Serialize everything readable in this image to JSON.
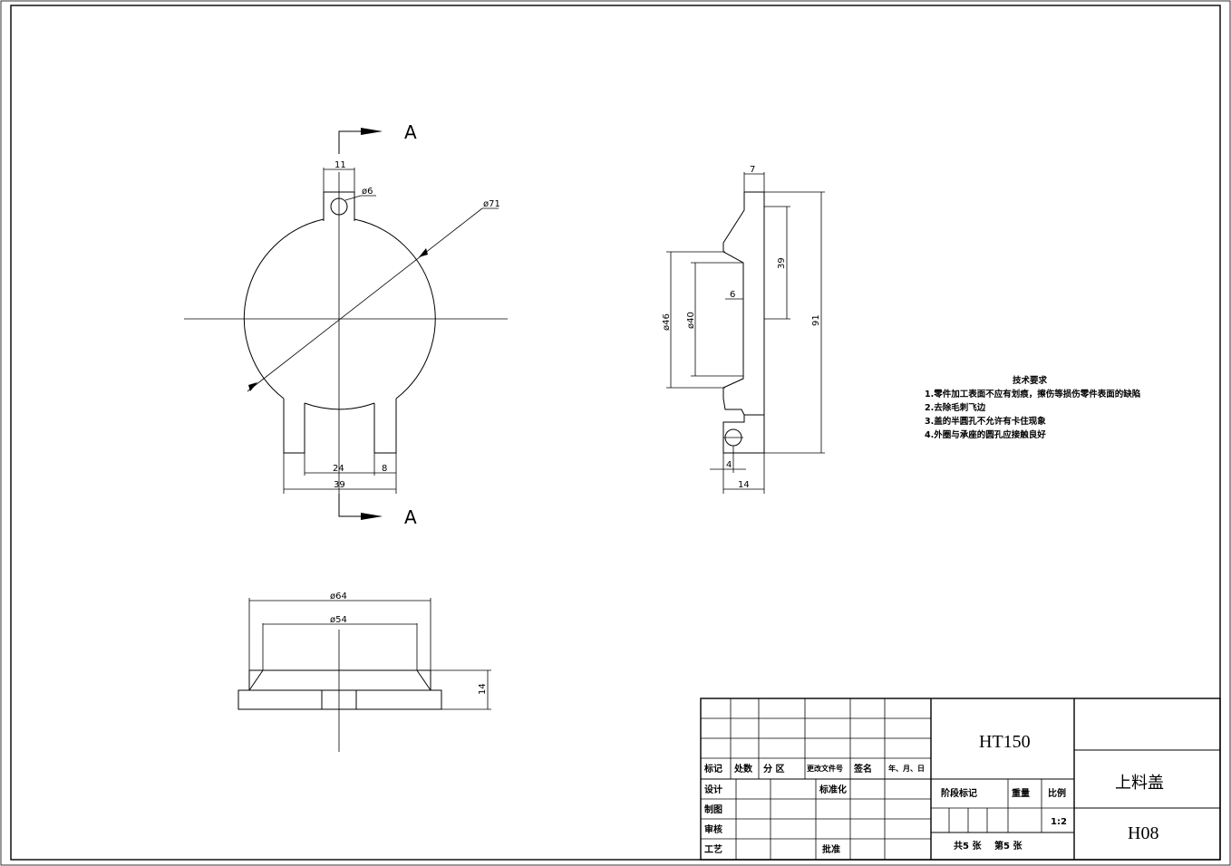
{
  "section_marks": {
    "top": "A",
    "bottom": "A"
  },
  "front_view": {
    "dims": {
      "tab_width": "11",
      "hole": "ø6",
      "outer_dia": "ø71",
      "gap": "24",
      "leg": "8",
      "overall": "39"
    }
  },
  "section_view": {
    "dims": {
      "flange": "7",
      "d39": "39",
      "d91": "91",
      "d6": "6",
      "d46": "ø46",
      "d40": "ø40",
      "d4": "4",
      "d14": "14"
    }
  },
  "bottom_view": {
    "dims": {
      "d64": "ø64",
      "d54": "ø54",
      "h14": "14"
    }
  },
  "tech_req": {
    "title": "技术要求",
    "items": [
      "1.零件加工表面不应有划痕，擦伤等损伤零件表面的缺陷",
      "2.去除毛刺飞边",
      "3.盖的半圆孔不允许有卡住现象",
      "4.外圈与承座的圆孔应接触良好"
    ]
  },
  "title_block": {
    "material": "HT150",
    "part_name": "上料盖",
    "drawing_no": "H08",
    "hdr": {
      "mark": "标记",
      "count": "处数",
      "zone": "分 区",
      "change_doc": "更改文件号",
      "sign": "签名",
      "date": "年、月、日"
    },
    "rows": {
      "design": "设计",
      "draw": "制图",
      "check": "审核",
      "craft": "工艺",
      "standard": "标准化",
      "approve": "批准"
    },
    "stage_mark": "阶段标记",
    "weight": "重量",
    "scale_label": "比例",
    "scale": "1:2",
    "total_sheets": "共5 张",
    "sheet_no": "第5 张"
  }
}
